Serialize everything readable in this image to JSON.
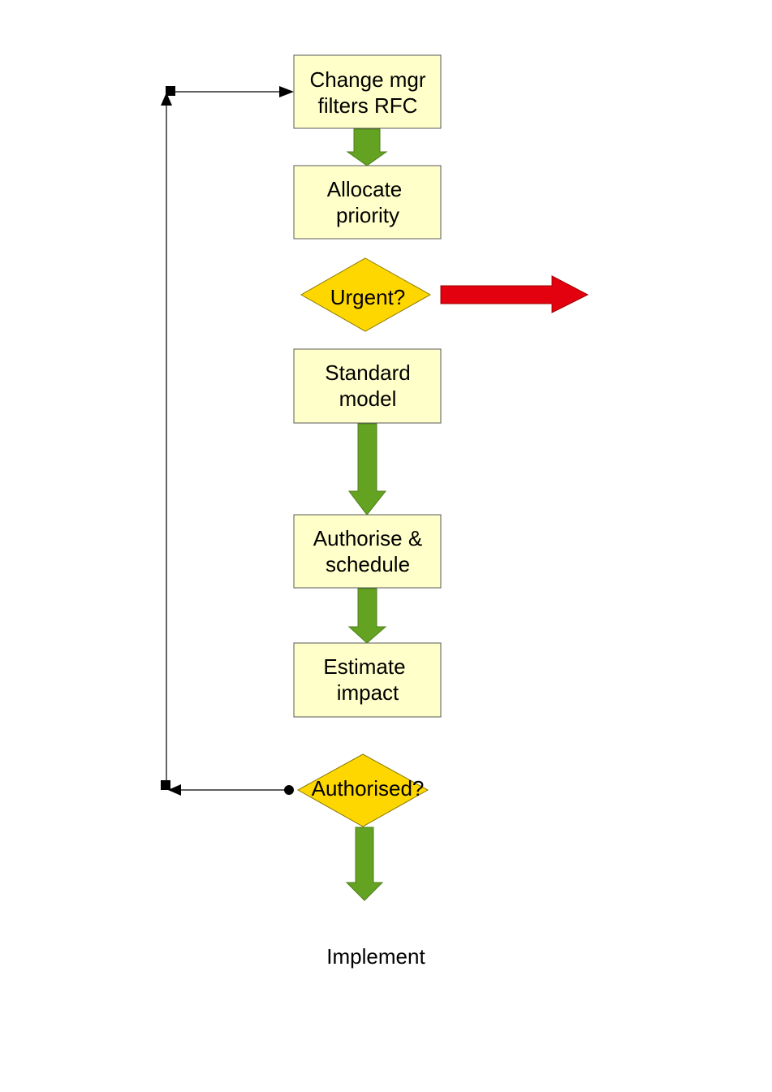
{
  "colors": {
    "box_fill": "#FFFFC9",
    "box_stroke": "#5a5a5a",
    "decision_fill": "#FFD700",
    "flow_arrow": "#64A321",
    "exit_arrow": "#E3000F",
    "connector": "#000000"
  },
  "nodes": {
    "change_mgr": {
      "line1": "Change mgr",
      "line2": "filters RFC"
    },
    "allocate": {
      "line1": "Allocate",
      "line2": "priority"
    },
    "urgent": {
      "label": "Urgent?"
    },
    "standard": {
      "line1": "Standard",
      "line2": "model"
    },
    "authorise": {
      "line1": "Authorise &",
      "line2": "schedule"
    },
    "estimate": {
      "line1": "Estimate",
      "line2": "impact"
    },
    "authorised": {
      "label": "Authorised?"
    }
  },
  "implement_label": "Implement"
}
